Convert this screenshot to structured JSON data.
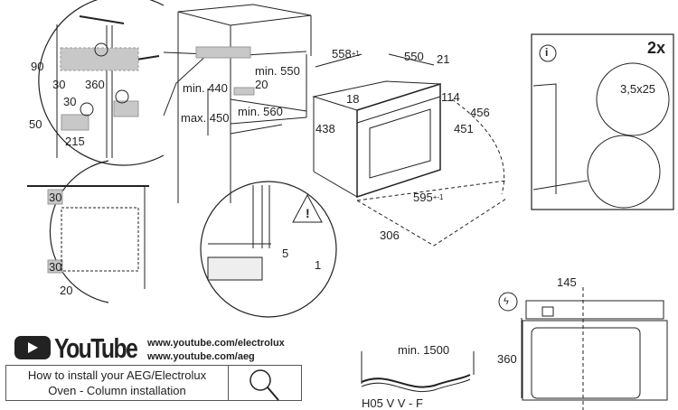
{
  "niche_detail": {
    "d90": "90",
    "d30a": "30",
    "d360": "360",
    "d30b": "30",
    "d50": "50",
    "d215": "215"
  },
  "cabinet": {
    "min550": "min. 550",
    "d20": "20",
    "min440": "min. 440",
    "max450": "max. 450",
    "min560": "min. 560"
  },
  "oven": {
    "w558": "558",
    "w558_tol": "+1",
    "d550": "550",
    "d21": "21",
    "d18": "18",
    "d114": "114",
    "h456": "456",
    "h451": "451",
    "h438": "438",
    "w595": "595",
    "w595_tol": "+-1",
    "d306": "306"
  },
  "side_detail": {
    "d30_top": "30",
    "d30_bottom": "30",
    "d20": "20"
  },
  "gap_detail": {
    "d5": "5",
    "d1": "1"
  },
  "screw_panel": {
    "quantity": "2x",
    "screw_size": "3,5x25",
    "info_icon": "info-icon"
  },
  "socket_view": {
    "d145": "145",
    "d360": "360"
  },
  "cable": {
    "length": "min. 1500",
    "type": "H05 V V - F"
  },
  "youtube": {
    "logo_text": "YouTube",
    "urls": [
      "www.youtube.com/electrolux",
      "www.youtube.com/aeg"
    ],
    "howto_line1": "How to install your AEG/Electrolux",
    "howto_line2": "Oven - Column installation"
  },
  "colors": {
    "line": "#222222",
    "shade": "#c8c8c8"
  }
}
